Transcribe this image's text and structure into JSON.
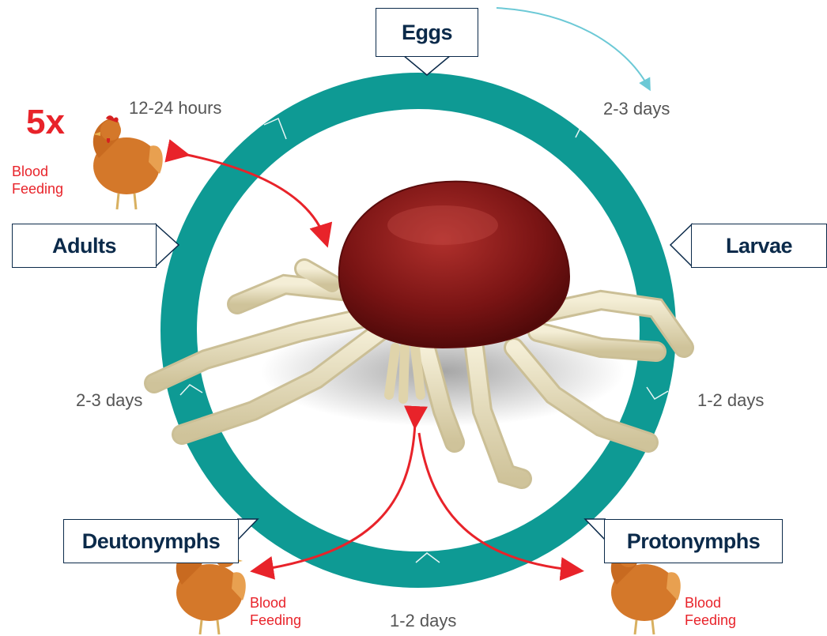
{
  "stages": {
    "eggs": "Eggs",
    "larvae": "Larvae",
    "protonymphs": "Protonymphs",
    "deutonymphs": "Deutonymphs",
    "adults": "Adults"
  },
  "durations": {
    "adults_to_eggs": "12-24  hours",
    "eggs_to_larvae": "2-3 days",
    "larvae_to_protonymphs": "1-2 days",
    "protonymphs_to_deutonymphs": "1-2 days",
    "deutonymphs_to_adults": "2-3 days"
  },
  "feeding": {
    "multiplier": "5x",
    "line1": "Blood",
    "line2": "Feeding"
  },
  "colors": {
    "ring": "#0e9a94",
    "label_border": "#0b2a4a",
    "arrow_red": "#e8232a",
    "cycle_arrow": "#6cc9d6",
    "mite_body": "#8b1a1a",
    "mite_legs": "#e9dfbf"
  },
  "icons": [
    "hen-icon",
    "red-mite-illustration"
  ]
}
